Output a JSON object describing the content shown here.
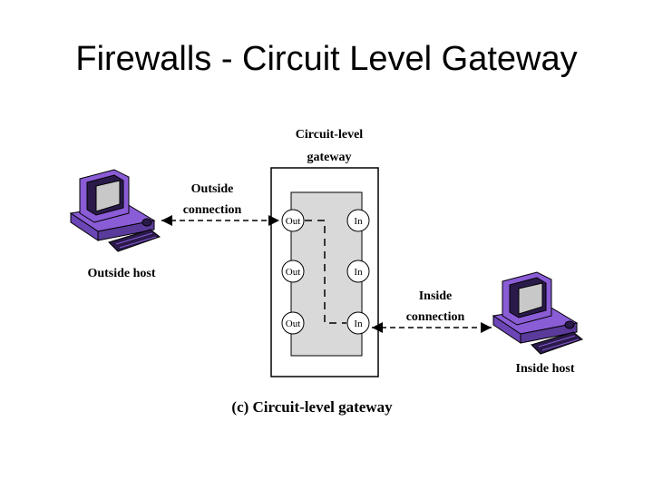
{
  "slide": {
    "title": "Firewalls - Circuit Level Gateway"
  },
  "diagram": {
    "gateway_label_line1": "Circuit-level",
    "gateway_label_line2": "gateway",
    "outside_connection_line1": "Outside",
    "outside_connection_line2": "connection",
    "inside_connection_line1": "Inside",
    "inside_connection_line2": "connection",
    "outside_host_label": "Outside host",
    "inside_host_label": "Inside host",
    "caption": "(c) Circuit-level gateway",
    "ports_out": [
      "Out",
      "Out",
      "Out"
    ],
    "ports_in": [
      "In",
      "In",
      "In"
    ]
  },
  "colors": {
    "computer_body": "#8a5cd6",
    "computer_dark": "#2a1a4a",
    "screen": "#c8c8c8",
    "panel_fill": "#d9d9d9",
    "port_fill": "#ffffff"
  }
}
